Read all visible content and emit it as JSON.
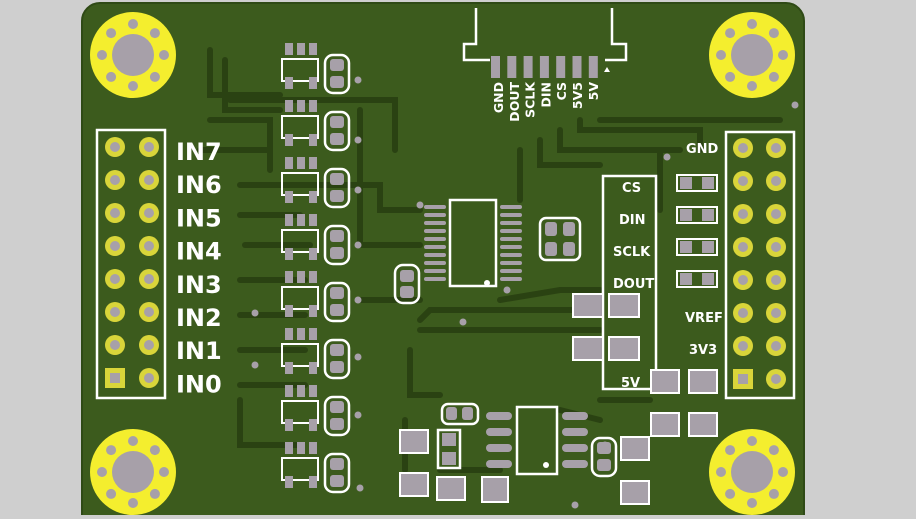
{
  "colors": {
    "background": "#cfcfcf",
    "board": "#3c5b1d",
    "board_edge": "#2f4a16",
    "trace": "#2a4212",
    "silkscreen": "#ffffff",
    "pad_gold": "#d9d53a",
    "hole_gray": "#a7a0a9",
    "mount_yellow": "#f4ee2e"
  },
  "header_labels": [
    "GND",
    "DOUT",
    "SCLK",
    "DIN",
    "CS",
    "5V5",
    "5V"
  ],
  "inputs": [
    "IN7",
    "IN6",
    "IN5",
    "IN4",
    "IN3",
    "IN2",
    "IN1",
    "IN0"
  ],
  "right_top_label": "GND",
  "box_labels": [
    "CS",
    "DIN",
    "SCLK",
    "DOUT"
  ],
  "bottom_box_label": "5V",
  "right_labels": [
    "VREF",
    "3V3"
  ]
}
